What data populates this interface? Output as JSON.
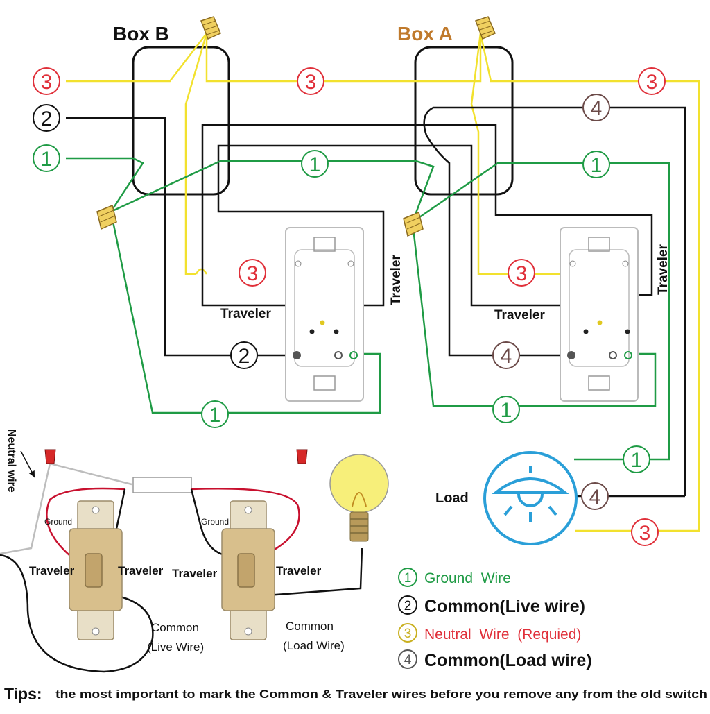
{
  "boxes": {
    "box_b": "Box B",
    "box_a": "Box A"
  },
  "wire_numbers": {
    "ground": "1",
    "common_live": "2",
    "neutral": "3",
    "common_load": "4"
  },
  "labels": {
    "traveler": "Traveler",
    "load": "Load",
    "neutral_wire": "Neutral wire",
    "ground": "Ground",
    "common": "Common",
    "live_wire_paren": "(Live Wire)",
    "load_wire_paren": "(Load Wire)"
  },
  "legend": [
    {
      "num": "1",
      "text": "Ground  Wire",
      "color": "#1f9b45"
    },
    {
      "num": "2",
      "text": "Common(Live wire)",
      "color": "#111111"
    },
    {
      "num": "3",
      "text": "Neutral  Wire  (Requied)",
      "color": "#e0303a"
    },
    {
      "num": "4",
      "text": "Common(Load wire)",
      "color": "#111111"
    }
  ],
  "tips": {
    "label": "Tips:",
    "text": "the most important to mark the Common & Traveler wires before you remove any from the old switch"
  },
  "colors": {
    "ground": "#1f9b45",
    "neutral_wire": "#f2e12e",
    "neutral_text": "#e0303a",
    "box_a_title": "#c07a2c",
    "load_circle": "#2a9fd8",
    "red_wire": "#c8102e",
    "wire_nut": "#f0d060",
    "bulb": "#f7ef7a"
  },
  "icons": [
    "wire-nut-icon",
    "lamp-icon",
    "light-bulb-icon",
    "toggle-switch-icon",
    "smart-switch-icon"
  ]
}
